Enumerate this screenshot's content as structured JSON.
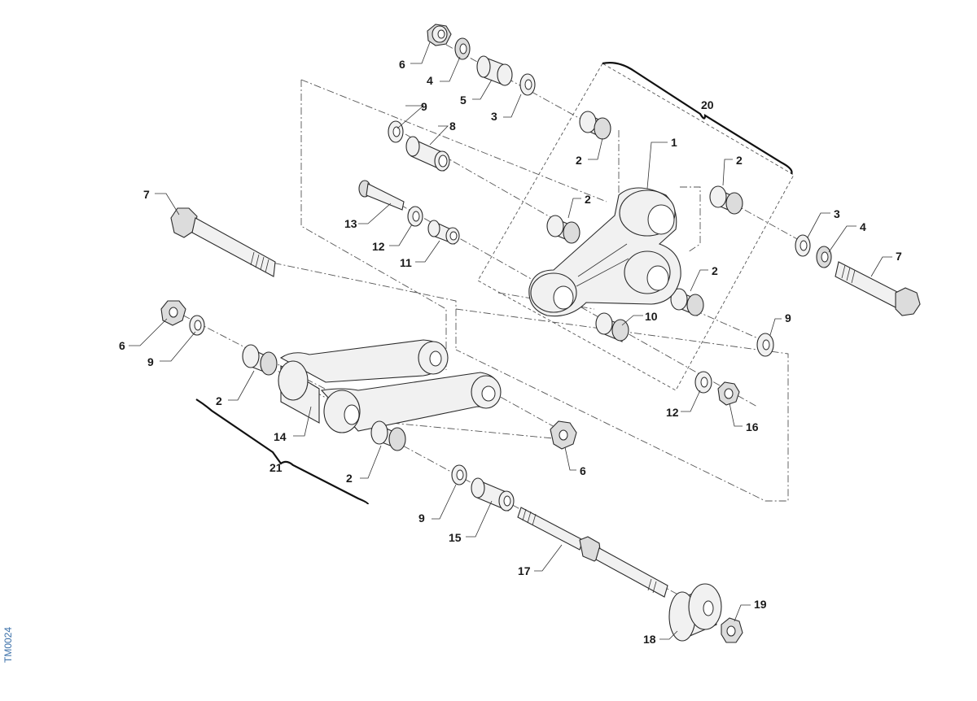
{
  "drawing_code": "TM0024",
  "callouts": [
    "1",
    "2",
    "3",
    "4",
    "5",
    "6",
    "7",
    "8",
    "9",
    "10",
    "11",
    "12",
    "13",
    "14",
    "15",
    "16",
    "17",
    "18",
    "19",
    "20",
    "21"
  ]
}
